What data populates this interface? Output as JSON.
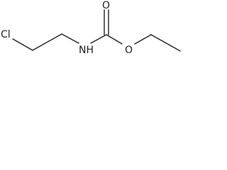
{
  "molecule": {
    "atoms": {
      "chlorine": "Cl",
      "nitrogen_hydrogen": "NH",
      "carbonyl_oxygen": "O",
      "ether_oxygen": "O"
    }
  },
  "colors": {
    "ink": "#222222",
    "background": "#ffffff"
  }
}
